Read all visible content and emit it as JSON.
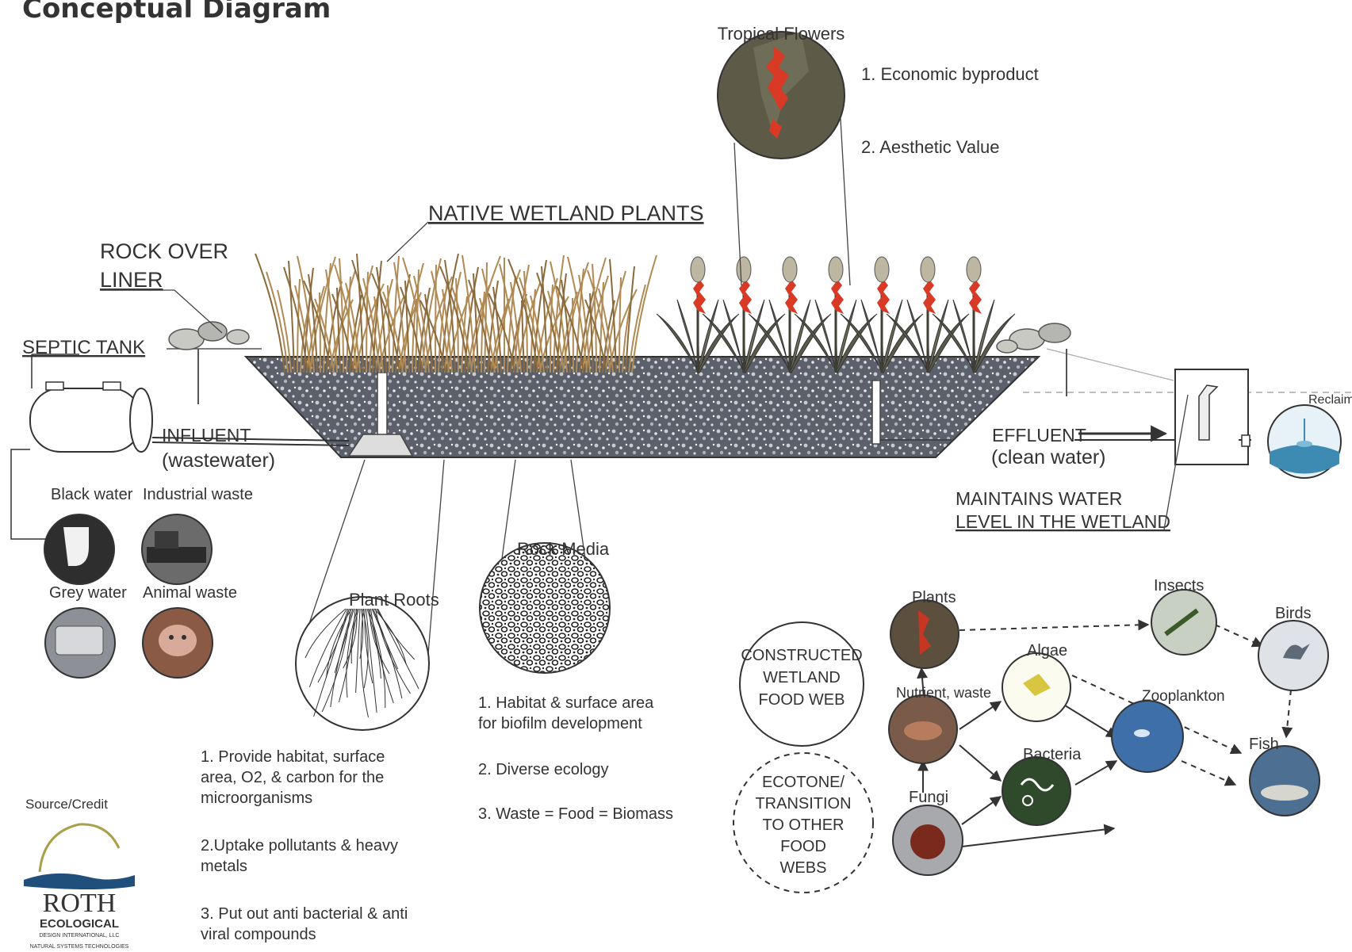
{
  "title": "Conceptual Diagram",
  "labels": {
    "native_plants": "NATIVE WETLAND PLANTS",
    "rock_over_liner": [
      "ROCK OVER",
      "LINER"
    ],
    "septic_tank": "SEPTIC TANK",
    "influent": "INFLUENT",
    "influent_sub": "(wastewater)",
    "effluent": "EFFLUENT",
    "effluent_sub": "(clean water)",
    "maintains": [
      "MAINTAINS WATER",
      "LEVEL IN THE WETLAND"
    ],
    "source_credit": "Source/Credit"
  },
  "circles": {
    "tropical_flowers": "Tropical Flowers",
    "reclaimed_water": "Reclaimed water for reuse",
    "black_water": "Black water",
    "industrial_waste": "Industrial waste",
    "grey_water": "Grey water",
    "animal_waste": "Animal waste",
    "plant_roots": "Plant Roots",
    "rock_media": "Rock Media"
  },
  "notes": {
    "flowers": [
      "1. Economic byproduct",
      "2. Aesthetic Value"
    ],
    "roots": [
      "1. Provide habitat, surface area, O2, & carbon for the microorganisms",
      "2.Uptake pollutants & heavy metals",
      "3. Put out anti bacterial & anti viral compounds"
    ],
    "rock": [
      "1. Habitat & surface area for biofilm development",
      "2. Diverse ecology",
      "3. Waste = Food = Biomass"
    ]
  },
  "food_web": {
    "center_label": [
      "CONSTRUCTED",
      "WETLAND",
      "FOOD WEB"
    ],
    "ecotone_label": [
      "ECOTONE/",
      "TRANSITION",
      "TO OTHER",
      "FOOD",
      "WEBS"
    ],
    "nodes": {
      "plants": "Plants",
      "nutrient": "Nutrient, waste",
      "fungi": "Fungi",
      "algae": "Algae",
      "bacteria": "Bacteria",
      "zooplankton": "Zooplankton",
      "insects": "Insects",
      "birds": "Birds",
      "fish": "Fish"
    }
  },
  "logo": {
    "name": "ROTH",
    "sub": "ECOLOGICAL",
    "tag1": "DESIGN INTERNATIONAL, LLC",
    "tag2": "NATURAL SYSTEMS TECHNOLOGIES"
  },
  "colors": {
    "gravel": "#5f6470",
    "reed": "#b08a52",
    "leaf": "#5a5a4a",
    "flower": "#d83a26",
    "water": "#3d8ab3"
  }
}
